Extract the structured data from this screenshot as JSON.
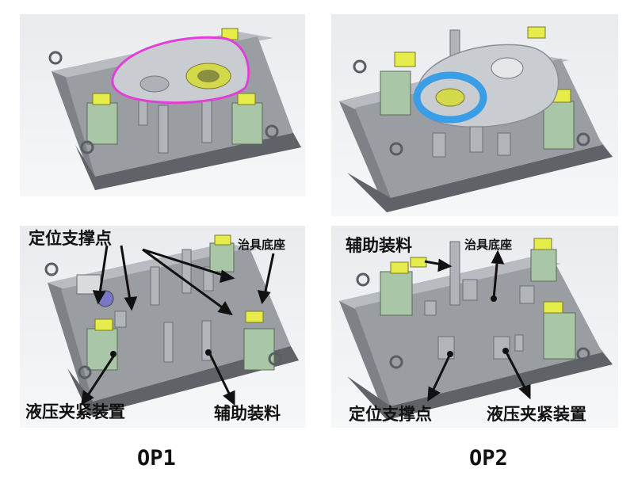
{
  "panels": {
    "op1_labeled": {
      "labels": {
        "locating_support": "定位支撑点",
        "fixture_base": "治具底座",
        "hydraulic_clamp": "液压夹紧装置",
        "auxiliary_loading": "辅助装料"
      }
    },
    "op2_labeled": {
      "labels": {
        "auxiliary_loading": "辅助装料",
        "fixture_base": "治具底座",
        "locating_support": "定位支撑点",
        "hydraulic_clamp": "液压夹紧装置"
      }
    }
  },
  "captions": {
    "op1": "OP1",
    "op2": "OP2"
  },
  "colors": {
    "base_plate": "#8e9196",
    "clamp_body": "#a9c7a7",
    "clamp_arm": "#e6ec4a",
    "outline_magenta": "#e040d8",
    "ring_blue": "#3a9ee6",
    "arrow": "#111111"
  }
}
